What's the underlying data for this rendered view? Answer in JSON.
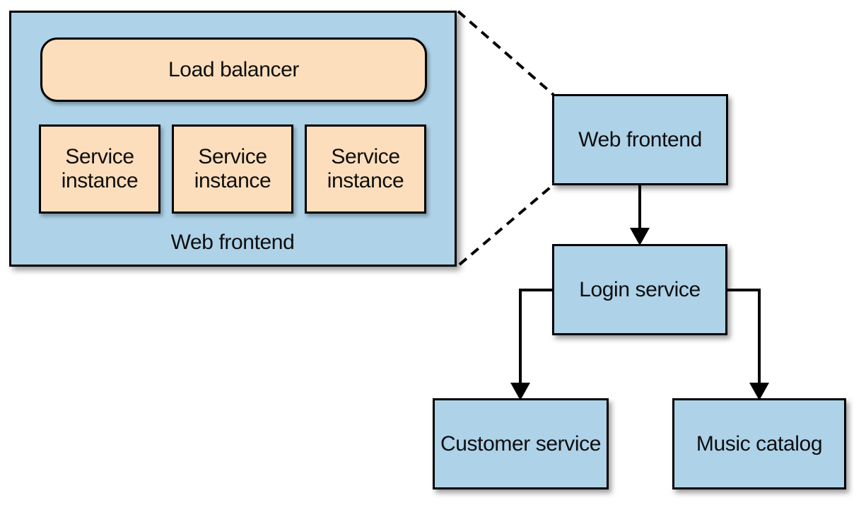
{
  "panel": {
    "load_balancer": "Load balancer",
    "instance": "Service\ninstance",
    "label": "Web frontend"
  },
  "nodes": {
    "web_frontend": "Web frontend",
    "login_service": "Login service",
    "customer_service": "Customer service",
    "music_catalog": "Music catalog"
  },
  "colors": {
    "node_fill_blue": "#aed2e8",
    "inner_fill_peach": "#fcdebc",
    "border": "#000000",
    "background": "#ffffff"
  }
}
